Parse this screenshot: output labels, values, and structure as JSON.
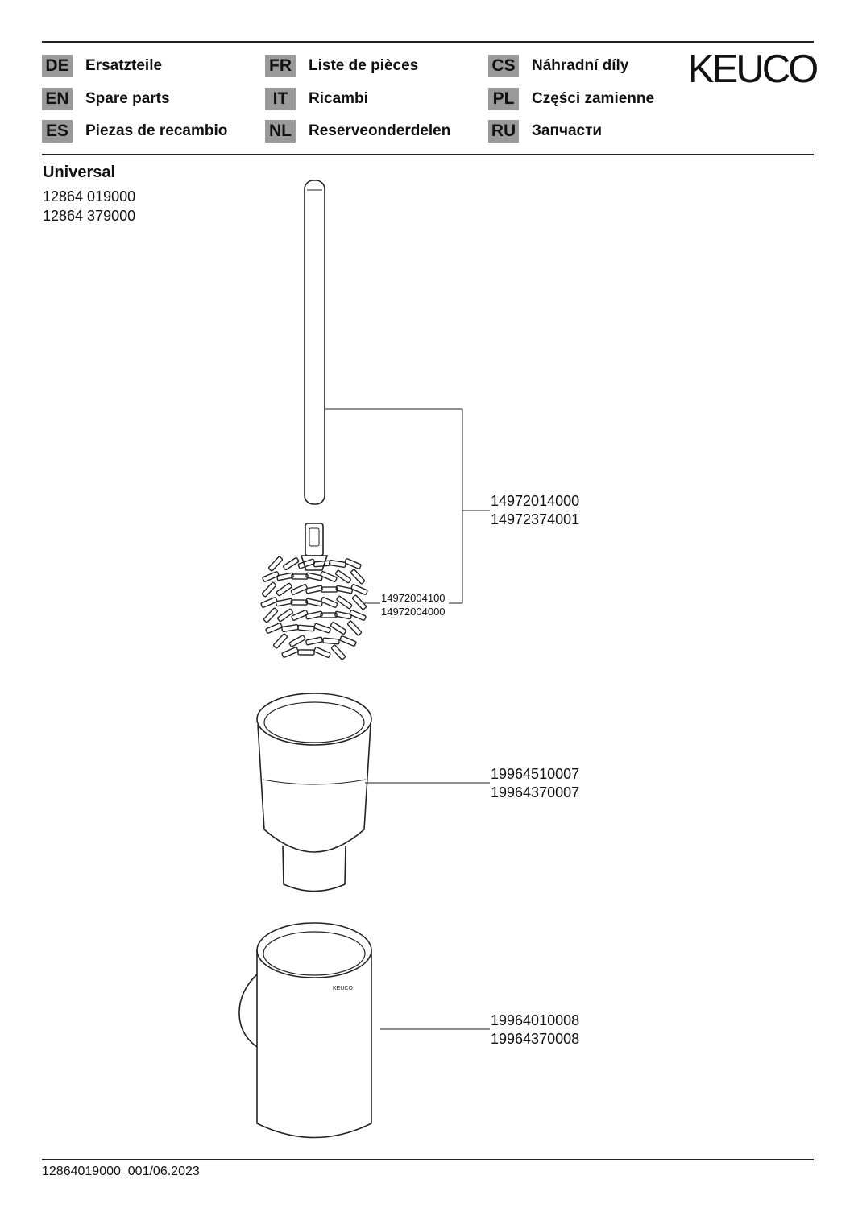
{
  "brand": {
    "logo_text": "KEUCO"
  },
  "languages": [
    {
      "code": "DE",
      "label": "Ersatzteile"
    },
    {
      "code": "EN",
      "label": "Spare parts"
    },
    {
      "code": "ES",
      "label": "Piezas de recambio"
    },
    {
      "code": "FR",
      "label": "Liste de pièces"
    },
    {
      "code": "IT",
      "label": "Ricambi"
    },
    {
      "code": "NL",
      "label": "Reserveonderdelen"
    },
    {
      "code": "CS",
      "label": "Náhradní díly"
    },
    {
      "code": "PL",
      "label": "Części zamienne"
    },
    {
      "code": "RU",
      "label": "Запчасти"
    }
  ],
  "product": {
    "name": "Universal",
    "models": [
      "12864 019000",
      "12864 379000"
    ]
  },
  "parts": {
    "handle": [
      "14972014000",
      "14972374001"
    ],
    "brush_head": [
      "14972004100",
      "14972004000"
    ],
    "insert": [
      "19964510007",
      "19964370007"
    ],
    "holder": [
      "19964010008",
      "19964370008"
    ]
  },
  "holder_label": "KEUCO",
  "footer": {
    "doc_id": "12864019000_001/06.2023"
  }
}
